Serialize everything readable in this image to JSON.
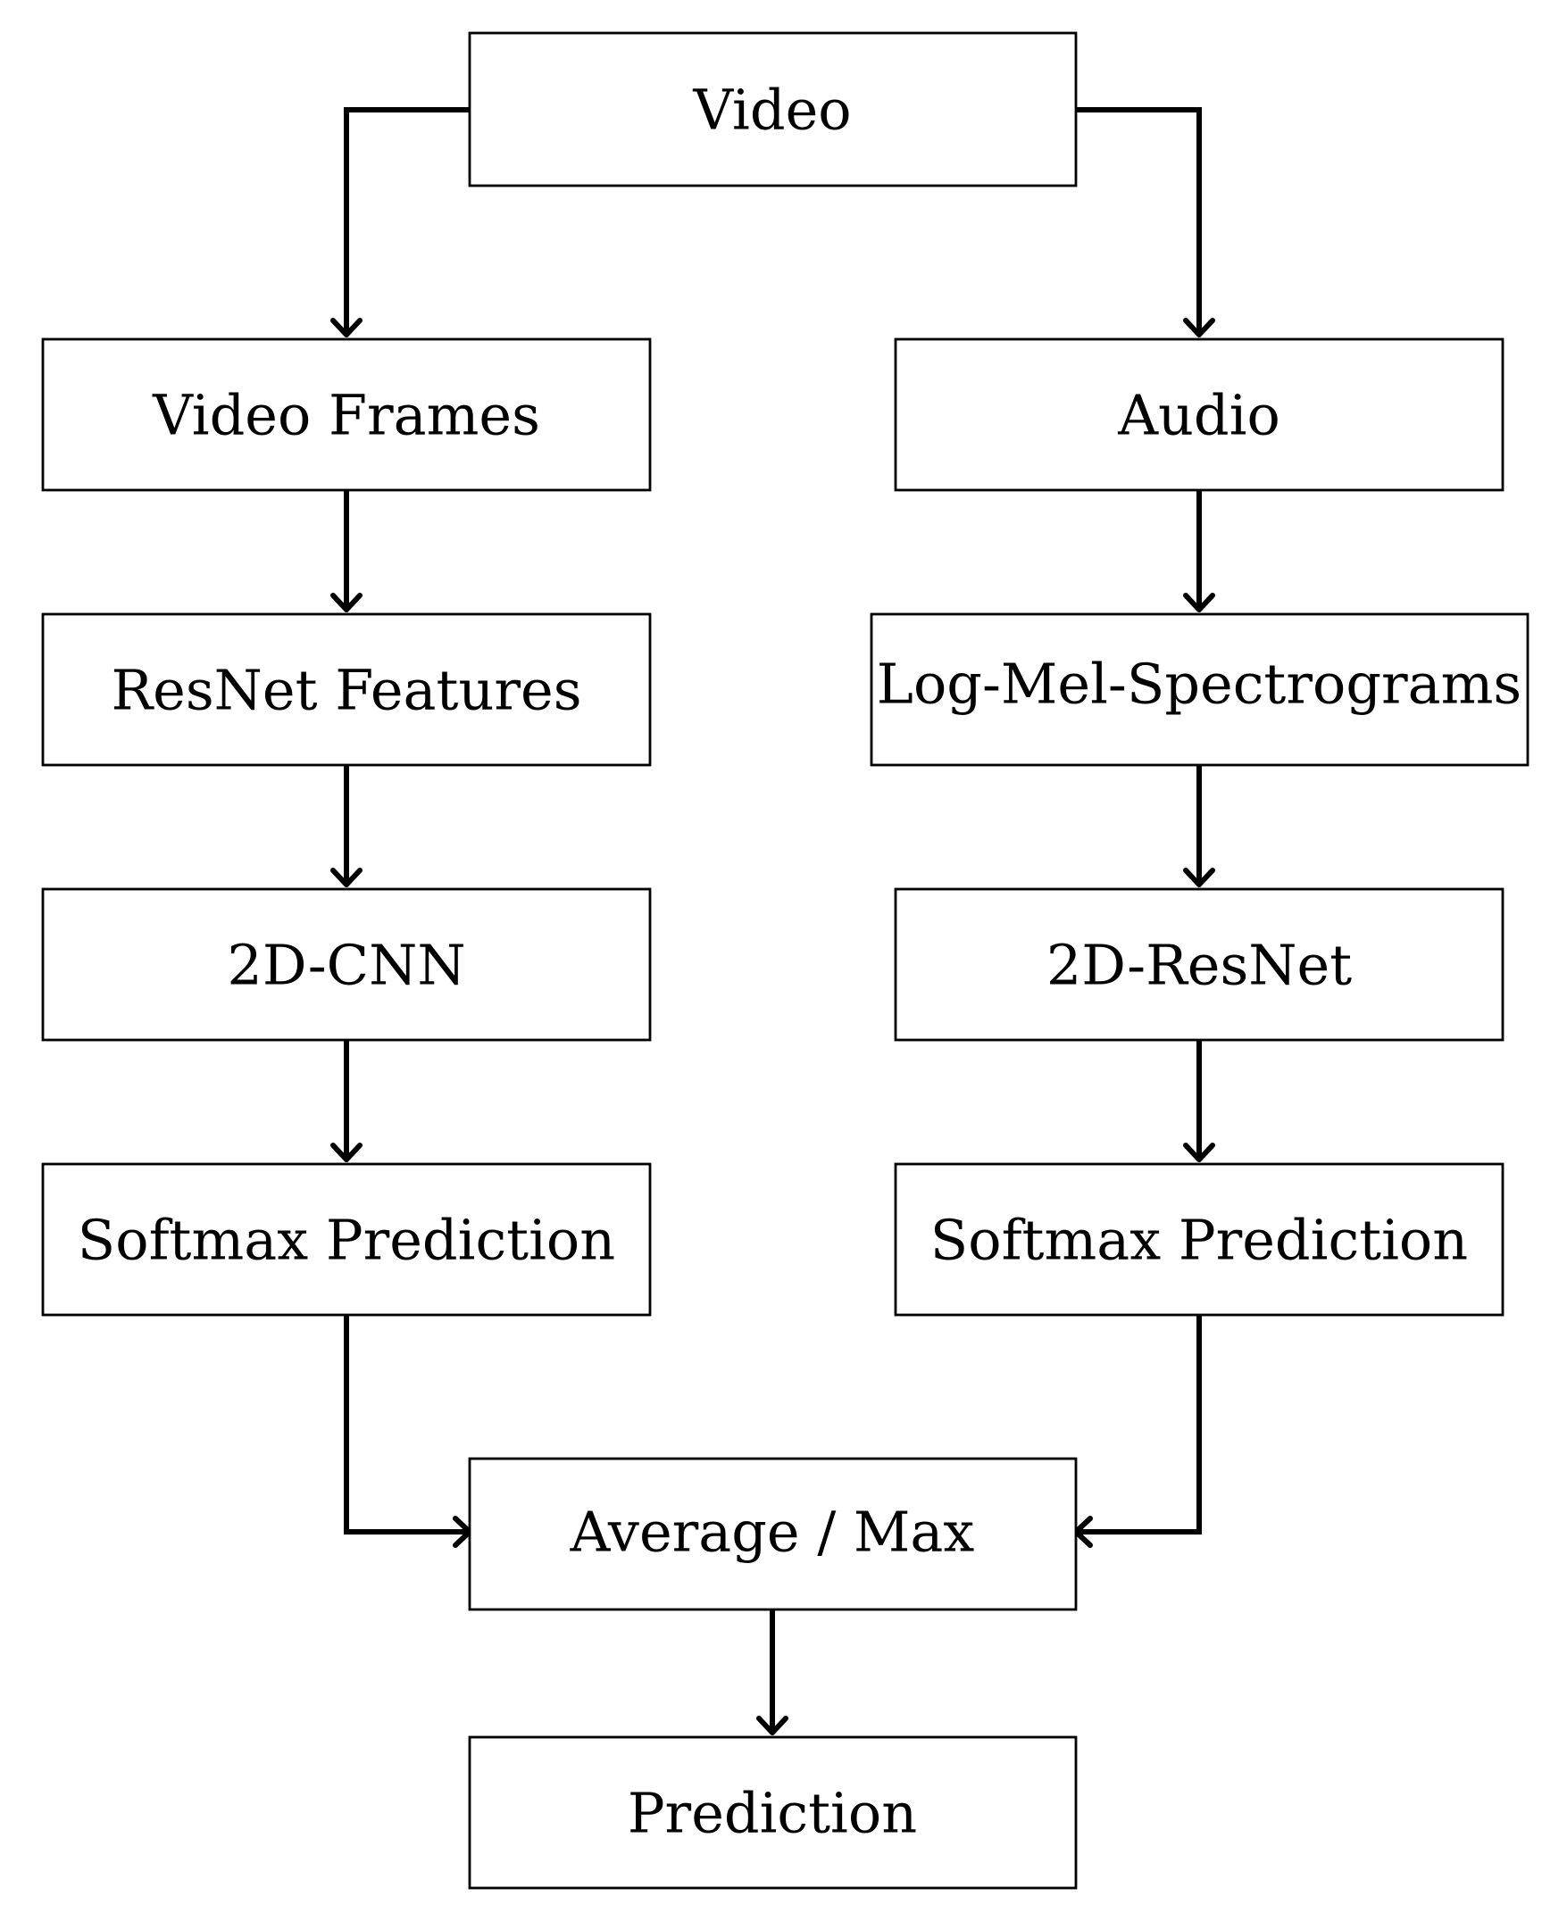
{
  "nodes": {
    "video": "Video",
    "video_frames": "Video Frames",
    "audio": "Audio",
    "resnet_features": "ResNet Features",
    "log_mel_spectrograms": "Log-Mel-Spectrograms",
    "cnn_2d": "2D-CNN",
    "resnet_2d": "2D-ResNet",
    "softmax_left": "Softmax Prediction",
    "softmax_right": "Softmax Prediction",
    "average_max": "Average / Max",
    "prediction": "Prediction"
  },
  "edges": [
    {
      "from": "video",
      "to": "video_frames"
    },
    {
      "from": "video",
      "to": "audio"
    },
    {
      "from": "video_frames",
      "to": "resnet_features"
    },
    {
      "from": "resnet_features",
      "to": "cnn_2d"
    },
    {
      "from": "cnn_2d",
      "to": "softmax_left"
    },
    {
      "from": "audio",
      "to": "log_mel_spectrograms"
    },
    {
      "from": "log_mel_spectrograms",
      "to": "resnet_2d"
    },
    {
      "from": "resnet_2d",
      "to": "softmax_right"
    },
    {
      "from": "softmax_left",
      "to": "average_max"
    },
    {
      "from": "softmax_right",
      "to": "average_max"
    },
    {
      "from": "average_max",
      "to": "prediction"
    }
  ]
}
